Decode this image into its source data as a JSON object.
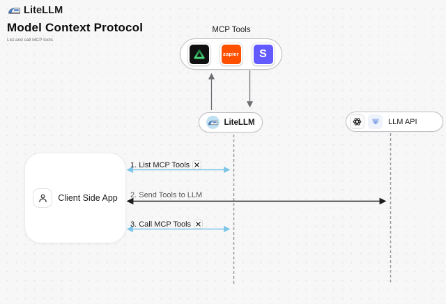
{
  "header": {
    "logo_text": "LiteLLM",
    "title": "Model Context Protocol",
    "subtitle": "List and call MCP tools"
  },
  "mcp_tools": {
    "label": "MCP Tools",
    "zapier_text": "zapier",
    "stripe_letter": "S"
  },
  "nodes": {
    "litellm_label": "LiteLLM",
    "llm_api_label": "LLM API",
    "client_label": "Client Side App"
  },
  "steps": [
    {
      "label": "1. List MCP Tools"
    },
    {
      "label": "2. Send Tools to LLM"
    },
    {
      "label": "3. Call MCP Tools"
    }
  ],
  "colors": {
    "step_arrow_blue": "#7cc5e9",
    "step_arrow_dark": "#1d1d1f",
    "lifeline_gray": "#97979c",
    "vertical_arrow_gray": "#6f6f73",
    "zapier_orange": "#ff4f00",
    "stripe_purple": "#635bff",
    "icon_green": "#3fd873",
    "background": "#f7f7f8"
  }
}
